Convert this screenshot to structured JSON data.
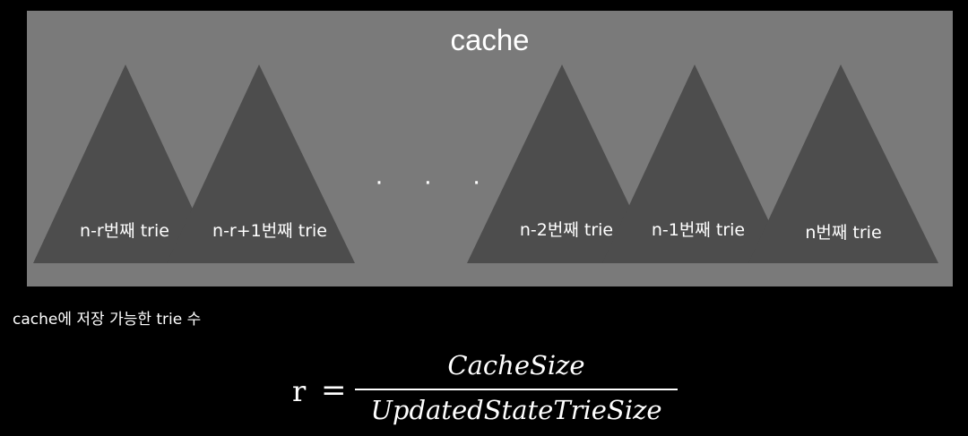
{
  "cache": {
    "title": "cache",
    "tries": [
      {
        "label": "n-r번째 trie"
      },
      {
        "label": "n-r+1번째 trie"
      },
      {
        "label": "n-2번째 trie"
      },
      {
        "label": "n-1번째 trie"
      },
      {
        "label": "n번째 trie"
      }
    ],
    "ellipsis": "· · ·"
  },
  "caption": "cache에 저장 가능한 trie  수",
  "formula": {
    "lhs": "r",
    "equals": "=",
    "numerator": "CacheSize",
    "denominator": "UpdatedStateTrieSize"
  },
  "colors": {
    "background": "#000000",
    "cache_box": "#7a7a7a",
    "triangle": "#4d4d4d",
    "text": "#ffffff"
  }
}
